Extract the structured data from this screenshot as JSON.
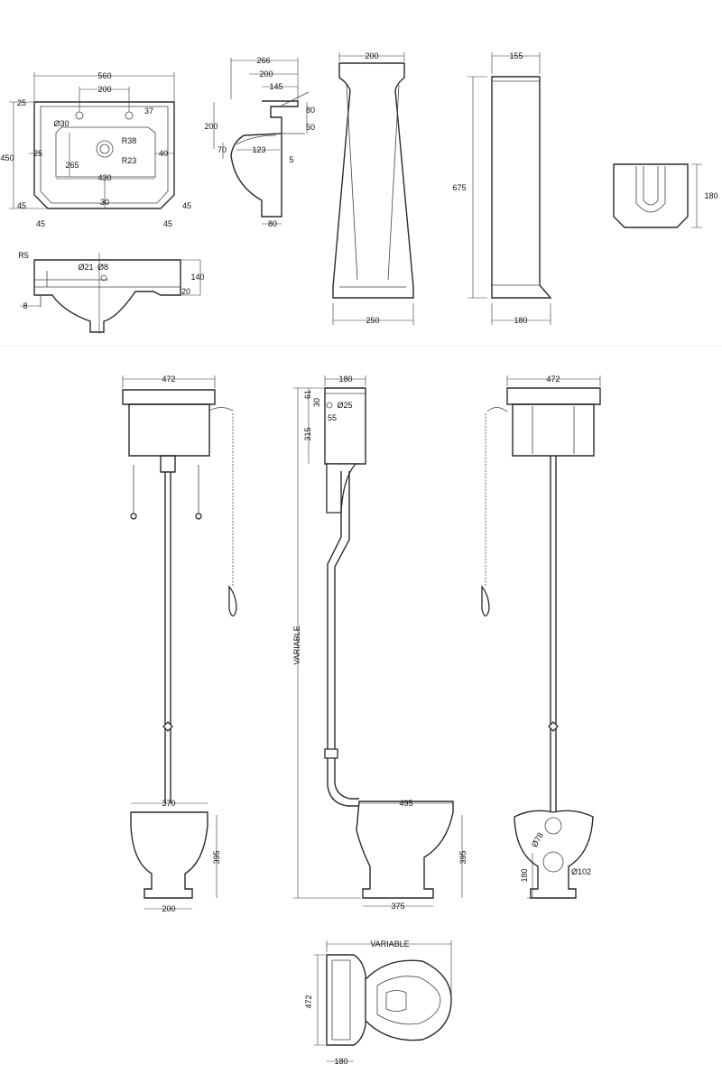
{
  "drawing": {
    "basin_top": {
      "width": "560",
      "tap_spacing": "200",
      "rim_top": "25",
      "tap_offset": "37",
      "tap_hole": "Ø30",
      "waste_outer": "R38",
      "waste_inner": "R23",
      "side_left": "25",
      "side_right": "40",
      "bowl_depth": "265",
      "bowl_width": "430",
      "front_rim": "30",
      "corner_left_v": "45",
      "corner_right_v": "45",
      "corner_left_h": "45",
      "corner_right_h": "45",
      "depth": "450"
    },
    "basin_side": {
      "overall": "266",
      "mid": "200",
      "top": "145",
      "rim_h": "80",
      "rim_h2": "50",
      "height": "200",
      "waste_h": "70",
      "waste_offset": "123",
      "wall": "5",
      "foot": "80"
    },
    "basin_section": {
      "radius": "R5",
      "overflow": "Ø21",
      "hole": "Ø8",
      "height": "140",
      "foot_h": "20",
      "lip": "8"
    },
    "pedestal": {
      "front_top": "200",
      "side_top": "155",
      "height": "675",
      "front_base": "250",
      "side_base": "180",
      "back_height": "180"
    },
    "toilet_front": {
      "cistern_width": "472",
      "pan_width": "370",
      "pan_height": "395",
      "base_width": "200"
    },
    "toilet_side": {
      "cistern_depth": "180",
      "lid_h": "61",
      "inlet_h": "30",
      "inlet": "Ø25",
      "inlet_offset": "55",
      "cistern_height": "315",
      "overall_height": "VARIABLE",
      "pan_length": "495",
      "pan_height": "395",
      "base_length": "375"
    },
    "toilet_back": {
      "cistern_width": "472",
      "outlet_upper": "Ø78",
      "outlet_lower": "Ø102",
      "outlet_height": "180"
    },
    "toilet_plan": {
      "length": "VARIABLE",
      "width": "472",
      "cistern_depth": "180"
    }
  },
  "colors": {
    "line": "#2a2a2a",
    "background": "#ffffff"
  }
}
